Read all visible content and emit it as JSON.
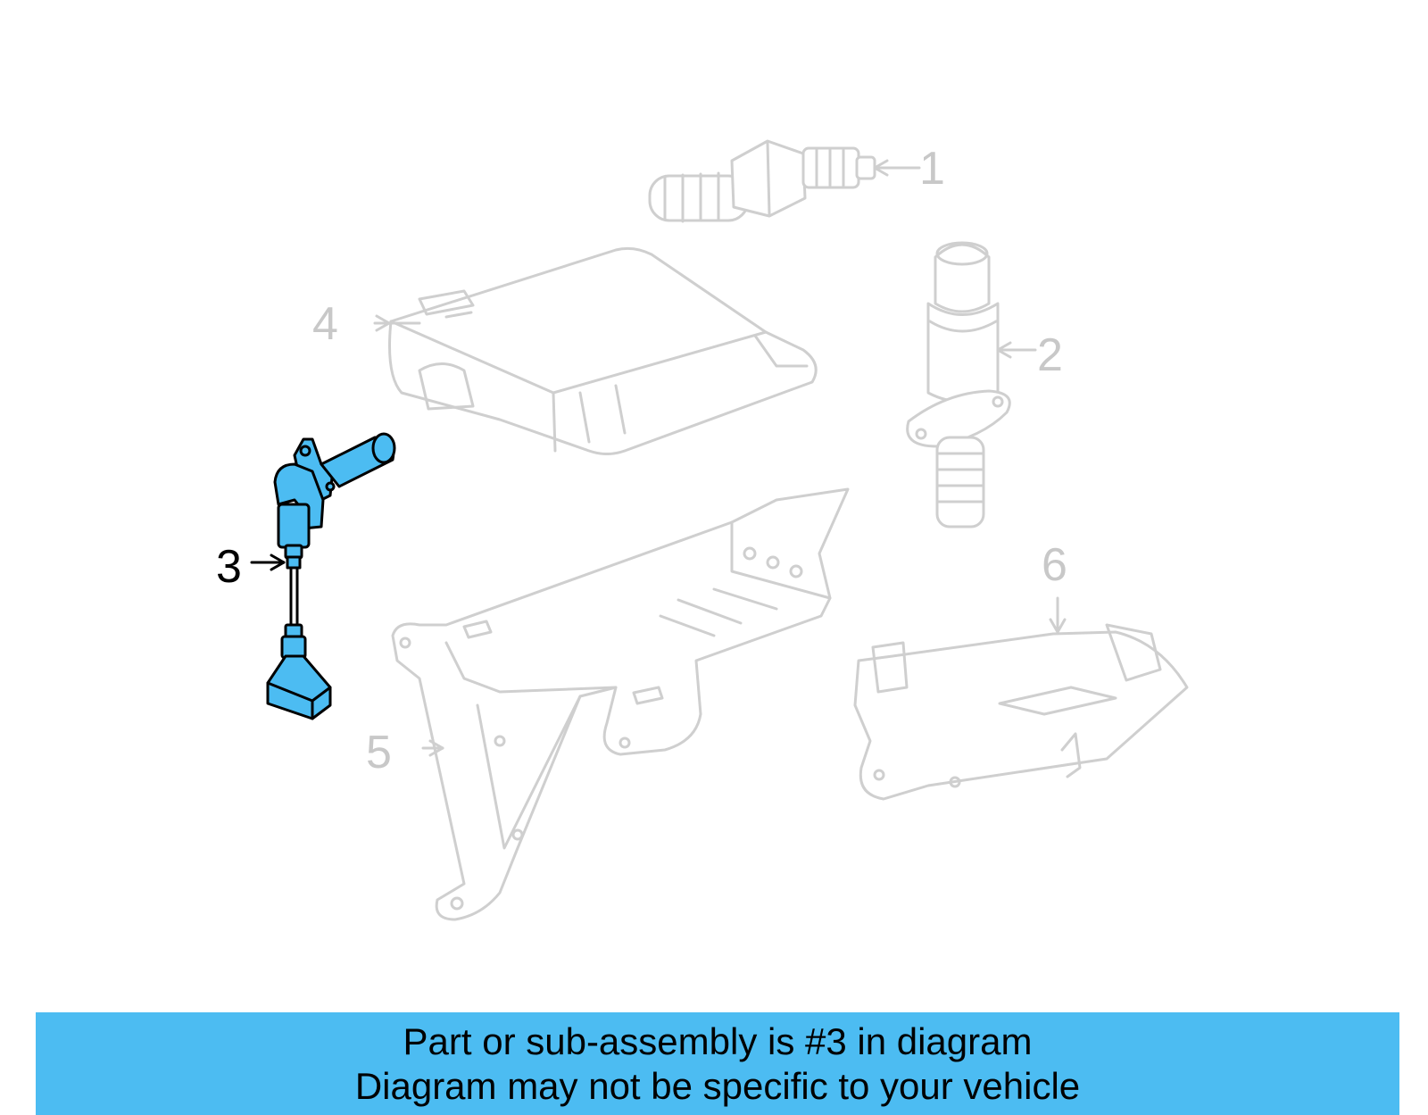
{
  "diagram": {
    "callouts": [
      {
        "id": "1",
        "label": "1",
        "highlighted": false
      },
      {
        "id": "2",
        "label": "2",
        "highlighted": false
      },
      {
        "id": "3",
        "label": "3",
        "highlighted": true
      },
      {
        "id": "4",
        "label": "4",
        "highlighted": false
      },
      {
        "id": "5",
        "label": "5",
        "highlighted": false
      },
      {
        "id": "6",
        "label": "6",
        "highlighted": false
      }
    ],
    "highlight_color": "#4cbcf2",
    "ghost_color": "#cfcfcf"
  },
  "banner": {
    "line1": "Part or sub-assembly is #3 in diagram",
    "line2": "Diagram may not be specific to your vehicle",
    "background": "#4cbcf2"
  }
}
